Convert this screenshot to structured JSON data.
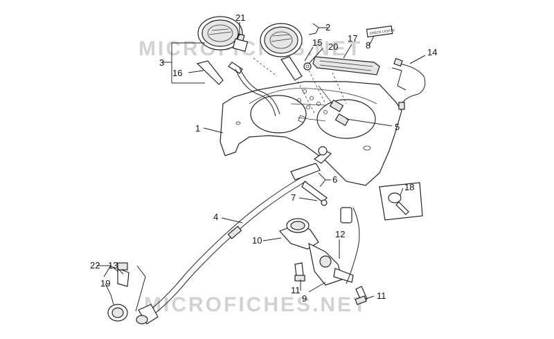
{
  "watermark": {
    "top": "MICROFICHES.NET",
    "bottom": "MICROFICHES.NET"
  },
  "part_tag_text": "CHECK LIGHTS",
  "callouts": {
    "c1": "1",
    "c2": "2",
    "c3": "3",
    "c4": "4",
    "c5": "5",
    "c6": "6",
    "c7": "7",
    "c8": "8",
    "c9": "9",
    "c10": "10",
    "c11a": "11",
    "c11b": "11",
    "c12": "12",
    "c13": "13",
    "c14": "14",
    "c15": "15",
    "c16": "16",
    "c17": "17",
    "c18": "18",
    "c19": "19",
    "c20": "20",
    "c21": "21",
    "c22": "22"
  }
}
